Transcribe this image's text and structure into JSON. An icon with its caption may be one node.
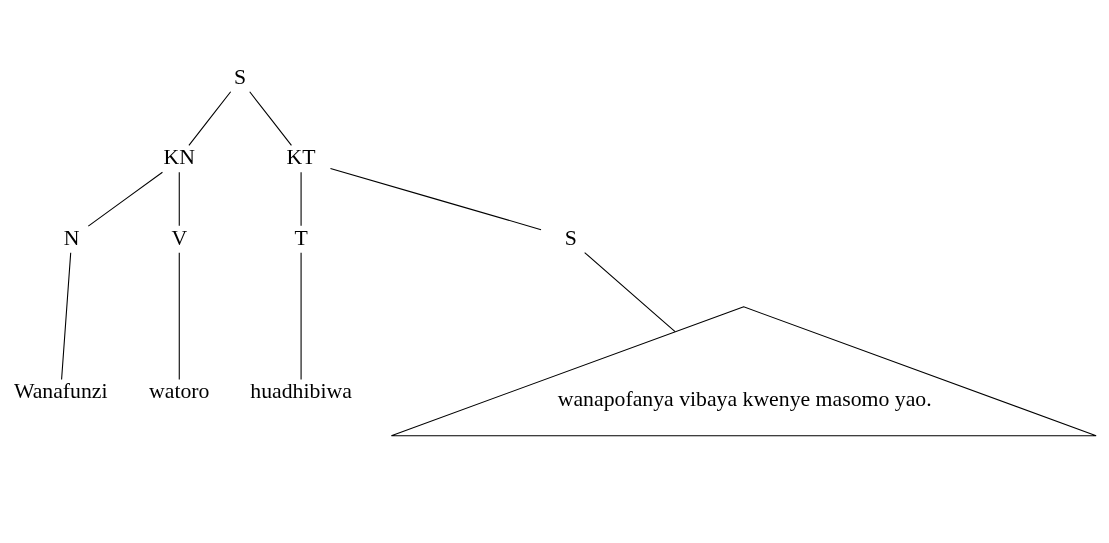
{
  "diagram": {
    "nodes": [
      {
        "text": [
          "S"
        ]
      },
      {
        "text": [
          "KN"
        ]
      },
      {
        "text": [
          "KT"
        ]
      },
      {
        "text": [
          "N"
        ]
      },
      {
        "text": [
          "V"
        ]
      },
      {
        "text": [
          "T"
        ]
      },
      {
        "text": [
          "S"
        ]
      },
      {
        "text": [
          "Wanafunzi"
        ]
      },
      {
        "text": [
          "watoro"
        ]
      },
      {
        "text": [
          "huadhibiwa"
        ]
      },
      {
        "text": [
          "wanapofanya vibaya kwenye masomo yao."
        ]
      }
    ],
    "edges": [
      {
        "from": 0,
        "to": 1,
        "arrow": "none"
      },
      {
        "from": 0,
        "to": 2,
        "arrow": "none"
      },
      {
        "from": 1,
        "to": 3,
        "arrow": "none"
      },
      {
        "from": 1,
        "to": 4,
        "arrow": "none"
      },
      {
        "from": 2,
        "to": 5,
        "arrow": "none"
      },
      {
        "from": 2,
        "to": 6,
        "arrow": "none"
      },
      {
        "from": 3,
        "to": 7,
        "arrow": "none"
      },
      {
        "from": 4,
        "to": 8,
        "arrow": "none"
      },
      {
        "from": 5,
        "to": 9,
        "arrow": "none"
      },
      {
        "from": 6,
        "to": 10,
        "arrow": "none"
      }
    ]
  }
}
